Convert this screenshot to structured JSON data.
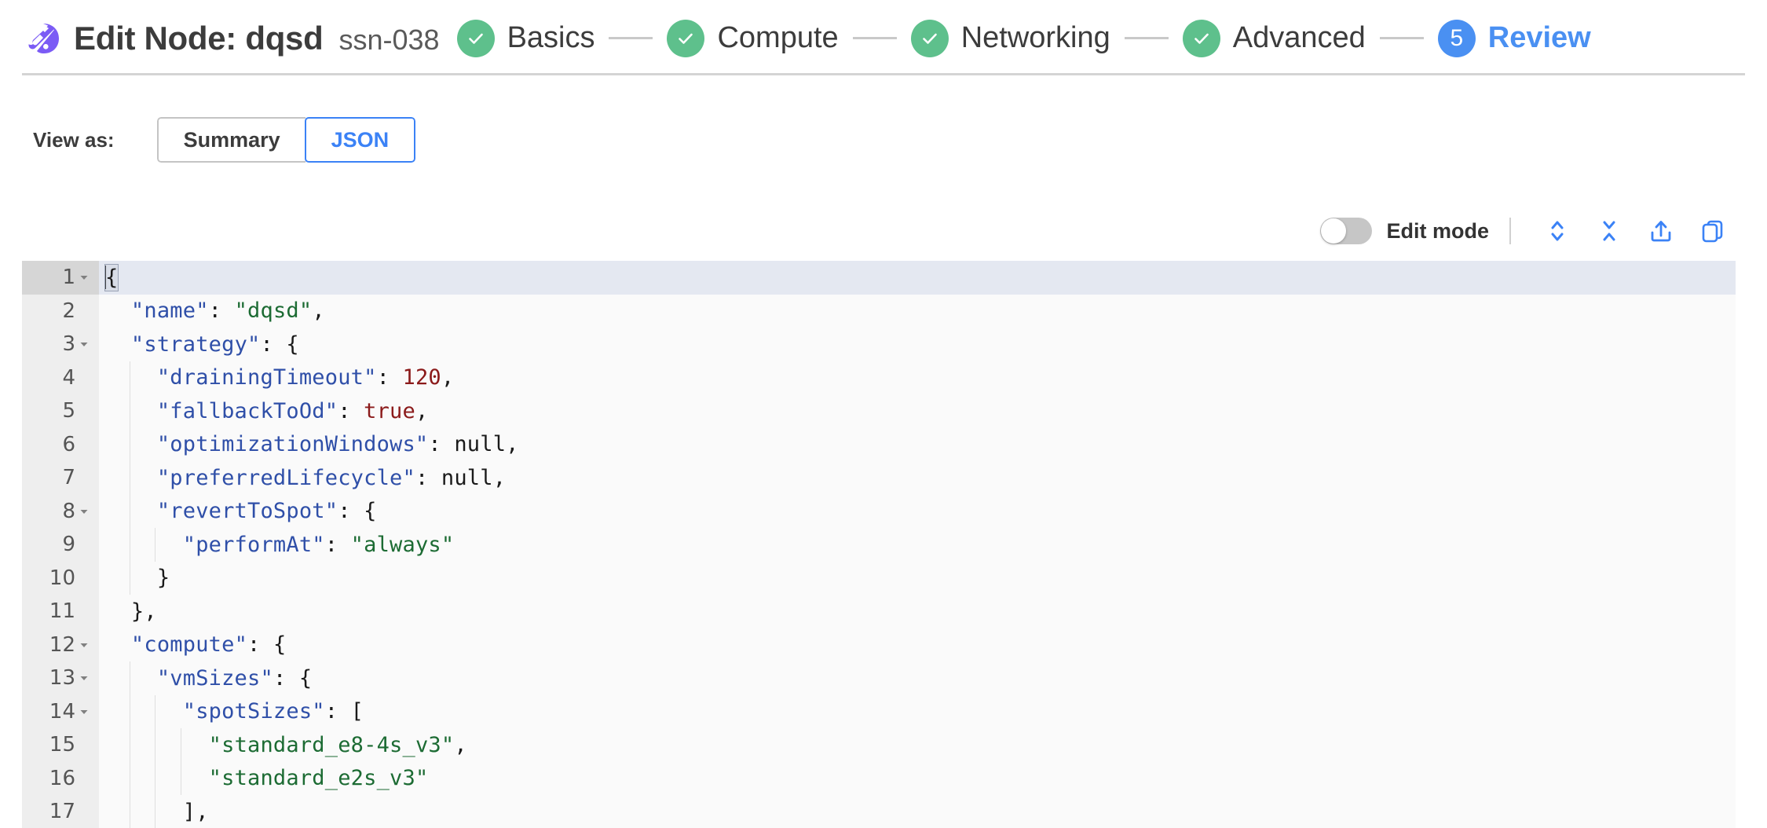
{
  "header": {
    "logo_icon": "comet-logo-icon",
    "title": "Edit Node: dqsd",
    "subtitle": "ssn-038",
    "brand_color": "#7b5bf5",
    "steps": [
      {
        "label": "Basics",
        "state": "done",
        "marker": "check-icon"
      },
      {
        "label": "Compute",
        "state": "done",
        "marker": "check-icon"
      },
      {
        "label": "Networking",
        "state": "done",
        "marker": "check-icon"
      },
      {
        "label": "Advanced",
        "state": "done",
        "marker": "check-icon"
      },
      {
        "label": "Review",
        "state": "active",
        "marker": "5"
      }
    ],
    "done_color": "#5ec08c",
    "active_color": "#4a90f2"
  },
  "view_as": {
    "label": "View as:",
    "options": [
      {
        "label": "Summary",
        "selected": false
      },
      {
        "label": "JSON",
        "selected": true
      }
    ]
  },
  "toolbar": {
    "edit_mode_label": "Edit mode",
    "edit_mode_on": false,
    "icons": [
      {
        "name": "expand-all-icon",
        "title": "Expand all"
      },
      {
        "name": "collapse-all-icon",
        "title": "Collapse all"
      },
      {
        "name": "export-icon",
        "title": "Export"
      },
      {
        "name": "copy-icon",
        "title": "Copy"
      }
    ],
    "icon_color": "#3b82f6"
  },
  "editor": {
    "active_line": 1,
    "lines": [
      {
        "n": 1,
        "fold": "open",
        "indent": 0,
        "tokens": [
          {
            "t": "{",
            "c": "p",
            "box": true
          }
        ],
        "cursor": true
      },
      {
        "n": 2,
        "fold": "none",
        "indent": 1,
        "tokens": [
          {
            "t": "\"name\"",
            "c": "k"
          },
          {
            "t": ": ",
            "c": "p"
          },
          {
            "t": "\"dqsd\"",
            "c": "s"
          },
          {
            "t": ",",
            "c": "p"
          }
        ]
      },
      {
        "n": 3,
        "fold": "open",
        "indent": 1,
        "tokens": [
          {
            "t": "\"strategy\"",
            "c": "k"
          },
          {
            "t": ": {",
            "c": "p"
          }
        ]
      },
      {
        "n": 4,
        "fold": "none",
        "indent": 2,
        "tokens": [
          {
            "t": "\"drainingTimeout\"",
            "c": "k"
          },
          {
            "t": ": ",
            "c": "p"
          },
          {
            "t": "120",
            "c": "n"
          },
          {
            "t": ",",
            "c": "p"
          }
        ]
      },
      {
        "n": 5,
        "fold": "none",
        "indent": 2,
        "tokens": [
          {
            "t": "\"fallbackToOd\"",
            "c": "k"
          },
          {
            "t": ": ",
            "c": "p"
          },
          {
            "t": "true",
            "c": "n"
          },
          {
            "t": ",",
            "c": "p"
          }
        ]
      },
      {
        "n": 6,
        "fold": "none",
        "indent": 2,
        "tokens": [
          {
            "t": "\"optimizationWindows\"",
            "c": "k"
          },
          {
            "t": ": ",
            "c": "p"
          },
          {
            "t": "null",
            "c": "p"
          },
          {
            "t": ",",
            "c": "p"
          }
        ]
      },
      {
        "n": 7,
        "fold": "none",
        "indent": 2,
        "tokens": [
          {
            "t": "\"preferredLifecycle\"",
            "c": "k"
          },
          {
            "t": ": ",
            "c": "p"
          },
          {
            "t": "null",
            "c": "p"
          },
          {
            "t": ",",
            "c": "p"
          }
        ]
      },
      {
        "n": 8,
        "fold": "open",
        "indent": 2,
        "tokens": [
          {
            "t": "\"revertToSpot\"",
            "c": "k"
          },
          {
            "t": ": {",
            "c": "p"
          }
        ]
      },
      {
        "n": 9,
        "fold": "none",
        "indent": 3,
        "tokens": [
          {
            "t": "\"performAt\"",
            "c": "k"
          },
          {
            "t": ": ",
            "c": "p"
          },
          {
            "t": "\"always\"",
            "c": "s"
          }
        ]
      },
      {
        "n": 10,
        "fold": "none",
        "indent": 2,
        "tokens": [
          {
            "t": "}",
            "c": "p"
          }
        ]
      },
      {
        "n": 11,
        "fold": "none",
        "indent": 1,
        "tokens": [
          {
            "t": "},",
            "c": "p"
          }
        ]
      },
      {
        "n": 12,
        "fold": "open",
        "indent": 1,
        "tokens": [
          {
            "t": "\"compute\"",
            "c": "k"
          },
          {
            "t": ": {",
            "c": "p"
          }
        ]
      },
      {
        "n": 13,
        "fold": "open",
        "indent": 2,
        "tokens": [
          {
            "t": "\"vmSizes\"",
            "c": "k"
          },
          {
            "t": ": {",
            "c": "p"
          }
        ]
      },
      {
        "n": 14,
        "fold": "open",
        "indent": 3,
        "tokens": [
          {
            "t": "\"spotSizes\"",
            "c": "k"
          },
          {
            "t": ": [",
            "c": "p"
          }
        ]
      },
      {
        "n": 15,
        "fold": "none",
        "indent": 4,
        "tokens": [
          {
            "t": "\"standard_e8-4s_v3\"",
            "c": "s"
          },
          {
            "t": ",",
            "c": "p"
          }
        ]
      },
      {
        "n": 16,
        "fold": "none",
        "indent": 4,
        "tokens": [
          {
            "t": "\"standard_e2s_v3\"",
            "c": "s"
          }
        ]
      },
      {
        "n": 17,
        "fold": "none",
        "indent": 3,
        "tokens": [
          {
            "t": "],",
            "c": "p"
          }
        ]
      }
    ]
  }
}
